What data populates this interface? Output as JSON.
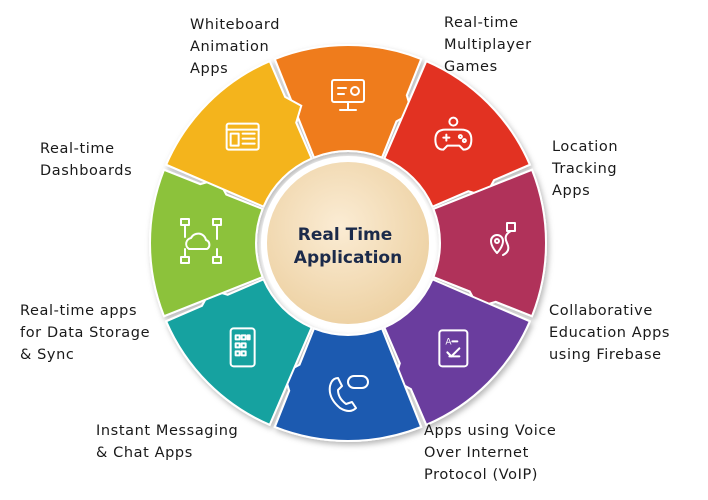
{
  "center": {
    "lines": [
      "Real Time",
      "Application"
    ],
    "fill": "#f6dfbe"
  },
  "segments": [
    {
      "id": "whiteboard",
      "color": "#ef7b1e",
      "icon": "whiteboard-icon",
      "label_lines": [
        "Whiteboard",
        "Animation",
        "Apps"
      ]
    },
    {
      "id": "multiplayer",
      "color": "#e23124",
      "icon": "gamepad-icon",
      "label_lines": [
        "Real-time",
        "Multiplayer",
        "Games"
      ]
    },
    {
      "id": "location",
      "color": "#b0305a",
      "icon": "location-pin-icon",
      "label_lines": [
        "Location",
        "Tracking",
        "Apps"
      ]
    },
    {
      "id": "education",
      "color": "#6a3c9e",
      "icon": "translate-tablet-icon",
      "label_lines": [
        "Collaborative",
        "Education Apps",
        "using Firebase"
      ]
    },
    {
      "id": "voip",
      "color": "#1f5ab0",
      "icon": "voip-phone-icon",
      "label_lines": [
        "Apps using Voice",
        "Over Internet",
        "Protocol (VoIP)"
      ]
    },
    {
      "id": "messaging",
      "color": "#16a2a0",
      "icon": "chat-keypad-icon",
      "label_lines": [
        "Instant Messaging",
        "& Chat Apps"
      ]
    },
    {
      "id": "storage",
      "color": "#8cc23a",
      "icon": "cloud-network-icon",
      "label_lines": [
        "Real-time apps",
        "for Data Storage",
        "& Sync"
      ]
    },
    {
      "id": "dashboards",
      "color": "#f4b41b",
      "icon": "dashboard-icon",
      "label_lines": [
        "Real-time",
        "Dashboards"
      ]
    }
  ]
}
